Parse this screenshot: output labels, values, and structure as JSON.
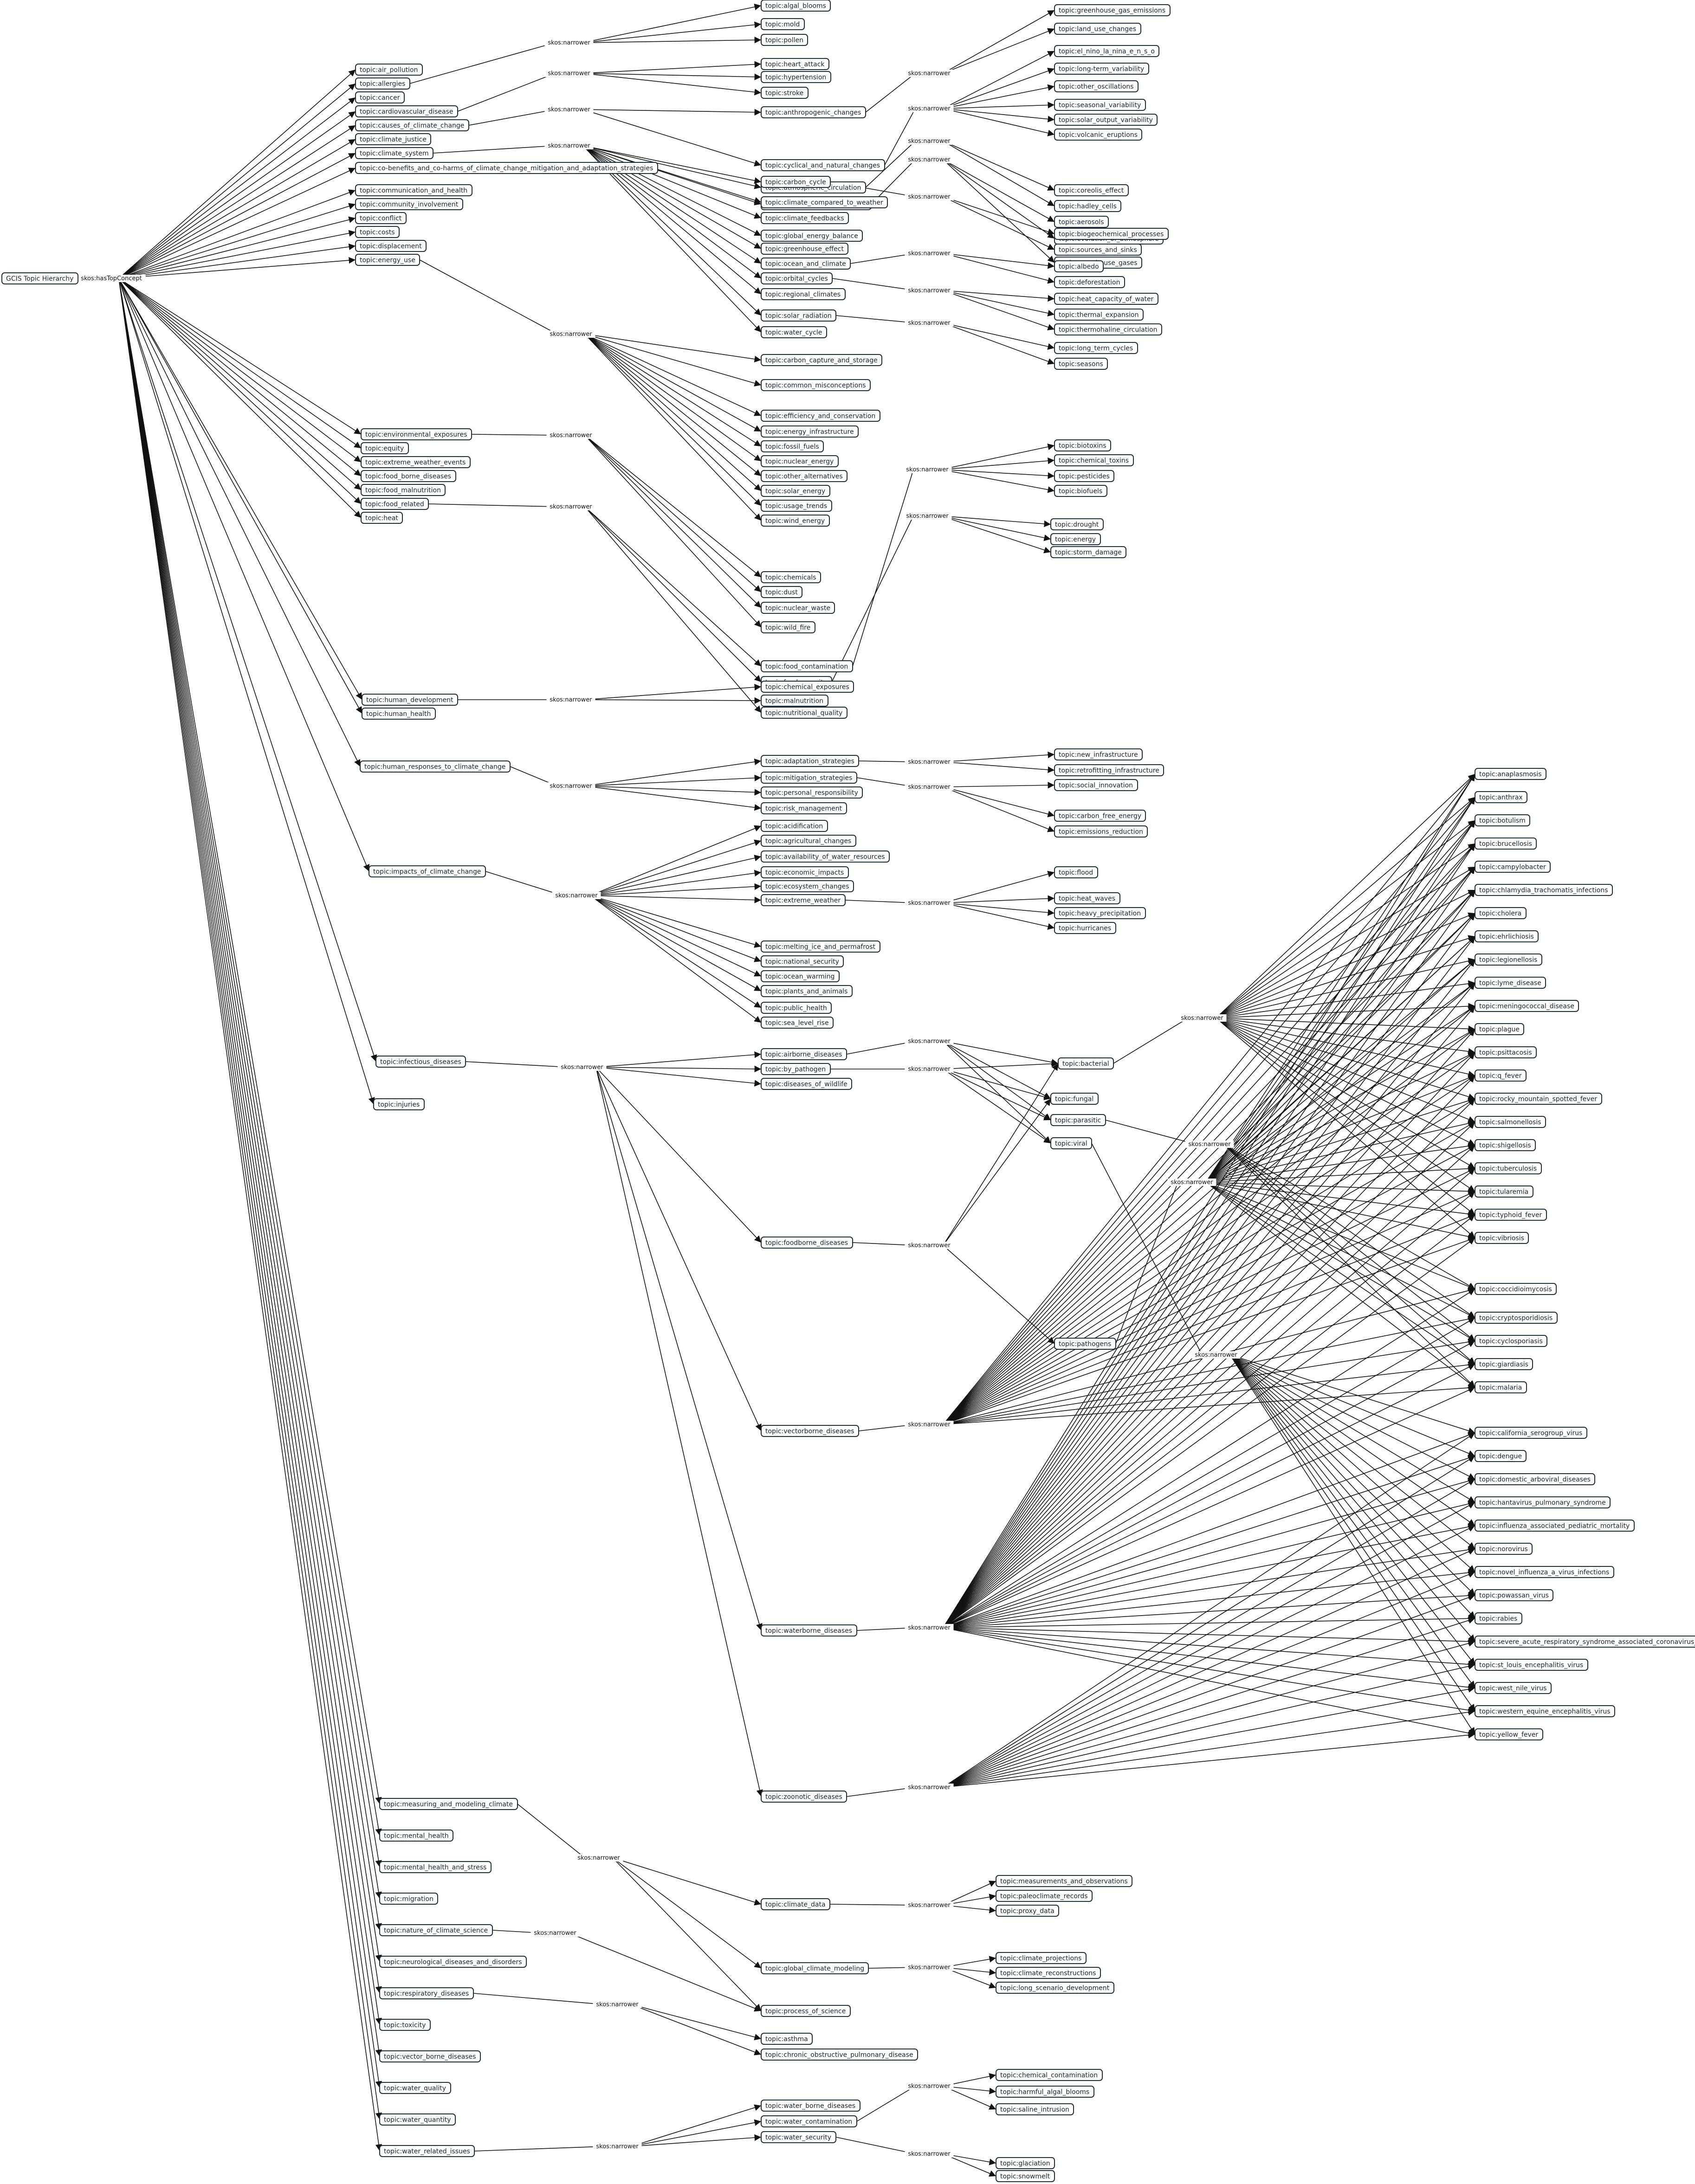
{
  "diagram": {
    "root": "GCIS Topic Hierarchy",
    "root_edge_label": "skos:hasTopConcept",
    "edge_label": "skos:narrower",
    "top_concepts": [
      "topic:air_pollution",
      "topic:allergies",
      "topic:cancer",
      "topic:cardiovascular_disease",
      "topic:causes_of_climate_change",
      "topic:climate_justice",
      "topic:climate_system",
      "topic:co-benefits_and_co-harms_of_climate_change_mitigation_and_adaptation_strategies",
      "topic:communication_and_health",
      "topic:community_involvement",
      "topic:conflict",
      "topic:costs",
      "topic:displacement",
      "topic:energy_use",
      "topic:environmental_exposures",
      "topic:equity",
      "topic:extreme_weather_events",
      "topic:food_borne_diseases",
      "topic:food_malnutrition",
      "topic:food_related",
      "topic:heat",
      "topic:human_development",
      "topic:human_health",
      "topic:human_responses_to_climate_change",
      "topic:impacts_of_climate_change",
      "topic:infectious_diseases",
      "topic:injuries",
      "topic:measuring_and_modeling_climate",
      "topic:mental_health",
      "topic:mental_health_and_stress",
      "topic:migration",
      "topic:nature_of_climate_science",
      "topic:neurological_diseases_and_disorders",
      "topic:respiratory_diseases",
      "topic:toxicity",
      "topic:vector_borne_diseases",
      "topic:water_quality",
      "topic:water_quantity",
      "topic:water_related_issues"
    ],
    "level2": [
      "topic:algal_blooms",
      "topic:mold",
      "topic:pollen",
      "topic:heart_attack",
      "topic:hypertension",
      "topic:stroke",
      "topic:anthropogenic_changes",
      "topic:cyclical_and_natural_changes",
      "topic:atmospheric_circulation",
      "topic:atmospheric_composition",
      "topic:carbon_cycle",
      "topic:climate_compared_to_weather",
      "topic:climate_feedbacks",
      "topic:global_energy_balance",
      "topic:greenhouse_effect",
      "topic:ocean_and_climate",
      "topic:orbital_cycles",
      "topic:regional_climates",
      "topic:solar_radiation",
      "topic:water_cycle",
      "topic:carbon_capture_and_storage",
      "topic:common_misconceptions",
      "topic:efficiency_and_conservation",
      "topic:energy_infrastructure",
      "topic:fossil_fuels",
      "topic:nuclear_energy",
      "topic:other_alternatives",
      "topic:solar_energy",
      "topic:usage_trends",
      "topic:wind_energy",
      "topic:chemicals",
      "topic:dust",
      "topic:nuclear_waste",
      "topic:wild_fire",
      "topic:food_contamination",
      "topic:food_security",
      "topic:nutritional_quality",
      "topic:chemical_exposures",
      "topic:malnutrition",
      "topic:adaptation_strategies",
      "topic:mitigation_strategies",
      "topic:personal_responsibility",
      "topic:risk_management",
      "topic:acidification",
      "topic:agricultural_changes",
      "topic:availability_of_water_resources",
      "topic:economic_impacts",
      "topic:ecosystem_changes",
      "topic:extreme_weather",
      "topic:melting_ice_and_permafrost",
      "topic:national_security",
      "topic:ocean_warming",
      "topic:plants_and_animals",
      "topic:public_health",
      "topic:sea_level_rise",
      "topic:airborne_diseases",
      "topic:by_pathogen",
      "topic:diseases_of_wildlife",
      "topic:foodborne_diseases",
      "topic:vectorborne_diseases",
      "topic:waterborne_diseases",
      "topic:zoonotic_diseases",
      "topic:climate_data",
      "topic:global_climate_modeling",
      "topic:process_of_science",
      "topic:asthma",
      "topic:chronic_obstructive_pulmonary_disease",
      "topic:water_borne_diseases",
      "topic:water_contamination",
      "topic:water_security"
    ],
    "level3": [
      "topic:greenhouse_gas_emissions",
      "topic:land_use_changes",
      "topic:el_nino_la_nina_e_n_s_o",
      "topic:long-term_variability",
      "topic:other_oscillations",
      "topic:seasonal_variability",
      "topic:solar_output_variability",
      "topic:volcanic_eruptions",
      "topic:coreolis_effect",
      "topic:hadley_cells",
      "topic:aerosols",
      "topic:evolution_of_atmosphere",
      "topic:greenhouse_gases",
      "topic:biogeochemical_processes",
      "topic:sources_and_sinks",
      "topic:albedo",
      "topic:deforestation",
      "topic:heat_capacity_of_water",
      "topic:thermal_expansion",
      "topic:thermohaline_circulation",
      "topic:long_term_cycles",
      "topic:seasons",
      "topic:biotoxins",
      "topic:chemical_toxins",
      "topic:pesticides",
      "topic:biofuels",
      "topic:drought",
      "topic:energy",
      "topic:storm_damage",
      "topic:new_infrastructure",
      "topic:retrofitting_infrastructure",
      "topic:social_innovation",
      "topic:carbon_free_energy",
      "topic:emissions_reduction",
      "topic:flood",
      "topic:heat_waves",
      "topic:heavy_precipitation",
      "topic:hurricanes",
      "topic:bacterial",
      "topic:fungal",
      "topic:parasitic",
      "topic:viral",
      "topic:pathogens",
      "topic:measurements_and_observations",
      "topic:paleoclimate_records",
      "topic:proxy_data",
      "topic:climate_projections",
      "topic:climate_reconstructions",
      "topic:long_scenario_development",
      "topic:chemical_contamination",
      "topic:harmful_algal_blooms",
      "topic:saline_intrusion",
      "topic:glaciation",
      "topic:snowmelt"
    ],
    "level4": [
      "topic:anaplasmosis",
      "topic:anthrax",
      "topic:botulism",
      "topic:brucellosis",
      "topic:campylobacter",
      "topic:chlamydia_trachomatis_infections",
      "topic:cholera",
      "topic:ehrlichiosis",
      "topic:legionellosis",
      "topic:lyme_disease",
      "topic:meningococcal_disease",
      "topic:plague",
      "topic:psittacosis",
      "topic:q_fever",
      "topic:rocky_mountain_spotted_fever",
      "topic:salmonellosis",
      "topic:shigellosis",
      "topic:tuberculosis",
      "topic:tularemia",
      "topic:typhoid_fever",
      "topic:vibriosis",
      "topic:coccidioimycosis",
      "topic:cryptosporidiosis",
      "topic:cyclosporiasis",
      "topic:giardiasis",
      "topic:malaria",
      "topic:california_serogroup_virus",
      "topic:dengue",
      "topic:domestic_arboviral_diseases",
      "topic:hantavirus_pulmonary_syndrome",
      "topic:influenza_associated_pediatric_mortality",
      "topic:norovirus",
      "topic:novel_influenza_a_virus_infections",
      "topic:powassan_virus",
      "topic:rabies",
      "topic:severe_acute_respiratory_syndrome_associated_coronavirus_disease",
      "topic:st_louis_encephalitis_virus",
      "topic:west_nile_virus",
      "topic:western_equine_encephalitis_virus",
      "topic:yellow_fever"
    ]
  }
}
